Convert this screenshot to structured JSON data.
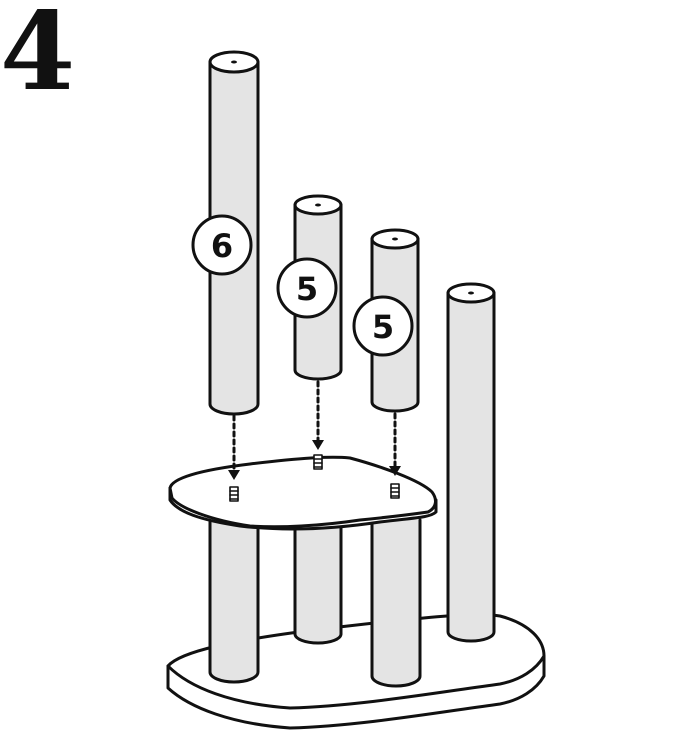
{
  "step": {
    "number": "4"
  },
  "callouts": [
    {
      "label": "6"
    },
    {
      "label": "5"
    },
    {
      "label": "5"
    }
  ],
  "colors": {
    "leg_fill": "#e4e4e4",
    "outline": "#111111",
    "background": "#ffffff"
  },
  "icons": [
    "screw-icon",
    "dashed-arrow-icon"
  ]
}
